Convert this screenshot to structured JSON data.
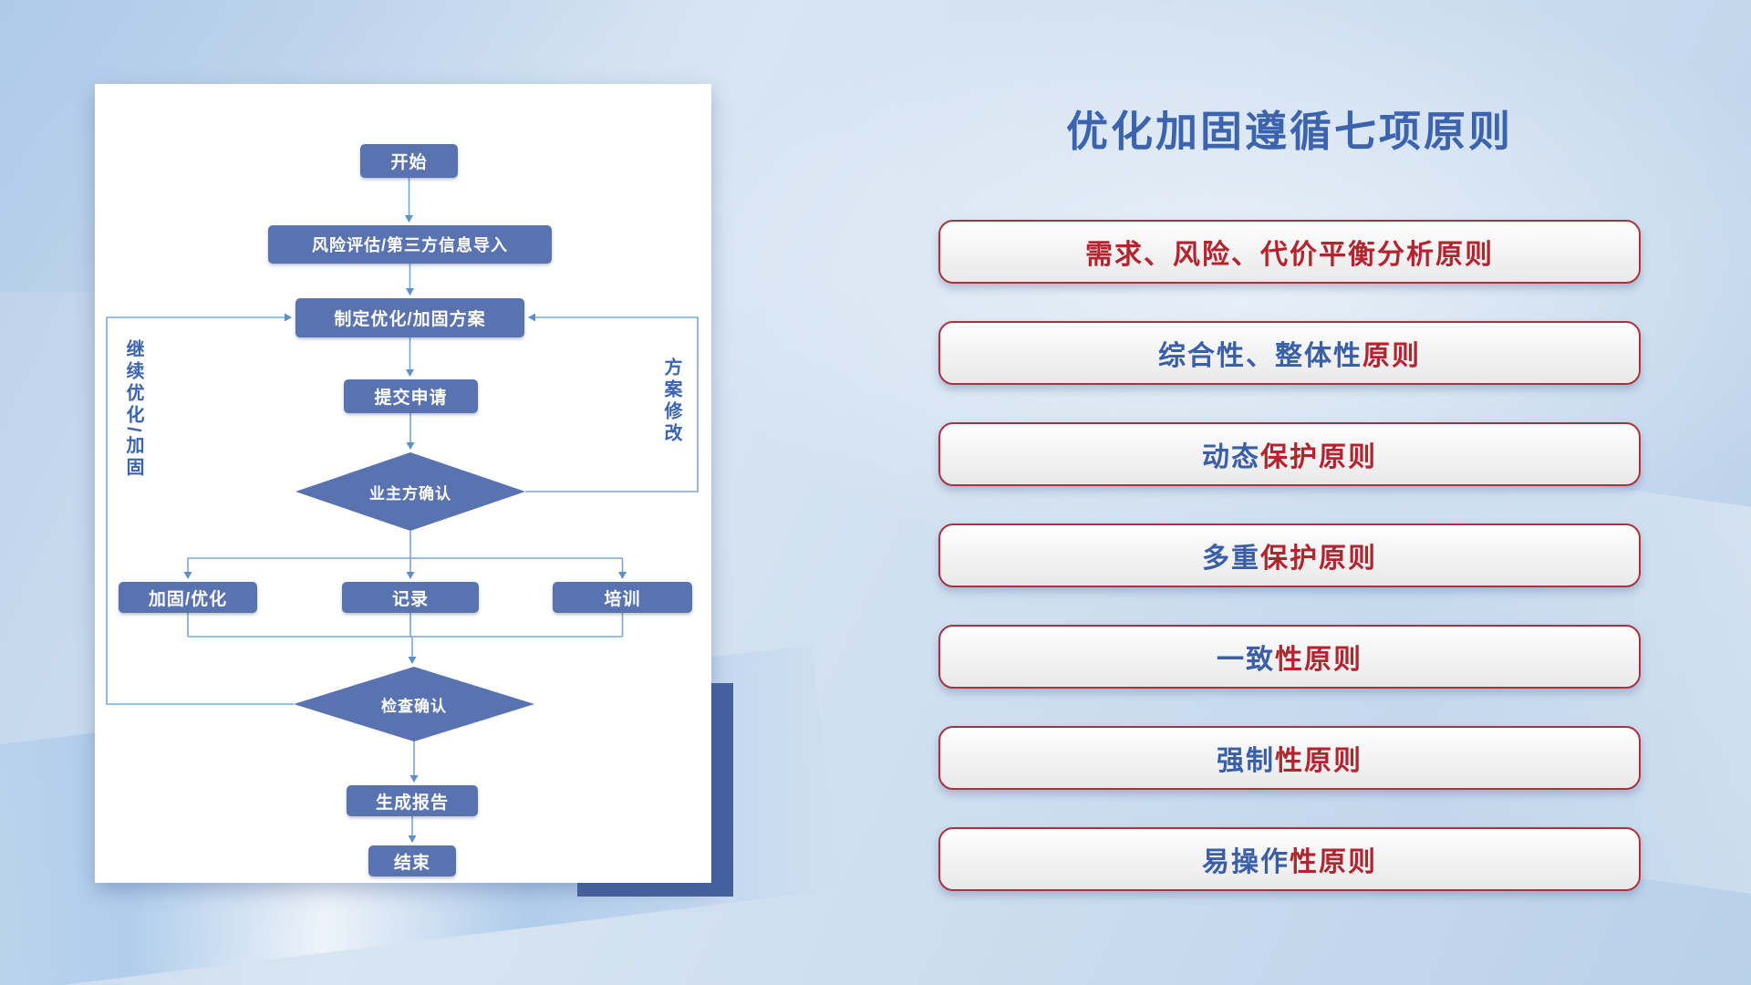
{
  "slide": {
    "title": "优化加固遵循七项原则"
  },
  "colors": {
    "red": "#b3242f",
    "blue": "#3a5fa8",
    "node_fill": "#5873b0",
    "connector": "#7ba7d7"
  },
  "principles": [
    {
      "segments": [
        {
          "text": "需求、风险、代价平衡分析原则",
          "color": "red"
        }
      ]
    },
    {
      "segments": [
        {
          "text": "综合性、整体性",
          "color": "blue"
        },
        {
          "text": "原则",
          "color": "red"
        }
      ]
    },
    {
      "segments": [
        {
          "text": "动态",
          "color": "blue"
        },
        {
          "text": "保护原则",
          "color": "red"
        }
      ]
    },
    {
      "segments": [
        {
          "text": "多重",
          "color": "blue"
        },
        {
          "text": "保护原则",
          "color": "red"
        }
      ]
    },
    {
      "segments": [
        {
          "text": "一致",
          "color": "blue"
        },
        {
          "text": "性原则",
          "color": "red"
        }
      ]
    },
    {
      "segments": [
        {
          "text": "强制",
          "color": "blue"
        },
        {
          "text": "性原则",
          "color": "red"
        }
      ]
    },
    {
      "segments": [
        {
          "text": "易操作",
          "color": "blue"
        },
        {
          "text": "性原则",
          "color": "red"
        }
      ]
    }
  ],
  "flowchart": {
    "nodes": {
      "start": "开始",
      "risk_import": "风险评估/第三方信息导入",
      "make_plan": "制定优化/加固方案",
      "submit_request": "提交申请",
      "owner_confirm": "业主方确认",
      "harden_optimize": "加固/优化",
      "record": "记录",
      "training": "培训",
      "check_confirm": "检查确认",
      "generate_report": "生成报告",
      "end": "结束"
    },
    "labels": {
      "left_loop": "继续优化/加固",
      "right_loop": "方案修改"
    }
  }
}
